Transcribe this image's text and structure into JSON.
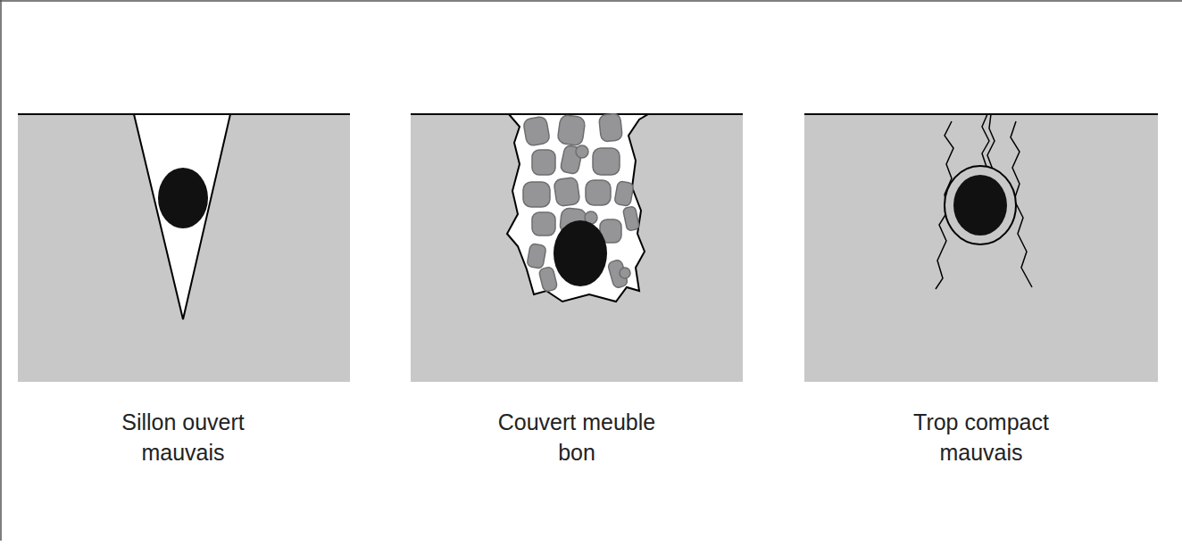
{
  "diagram": {
    "labels": [
      "Sillon ouvert mauvais",
      "Couvert meuble bon",
      "Trop compact mauvais"
    ]
  }
}
